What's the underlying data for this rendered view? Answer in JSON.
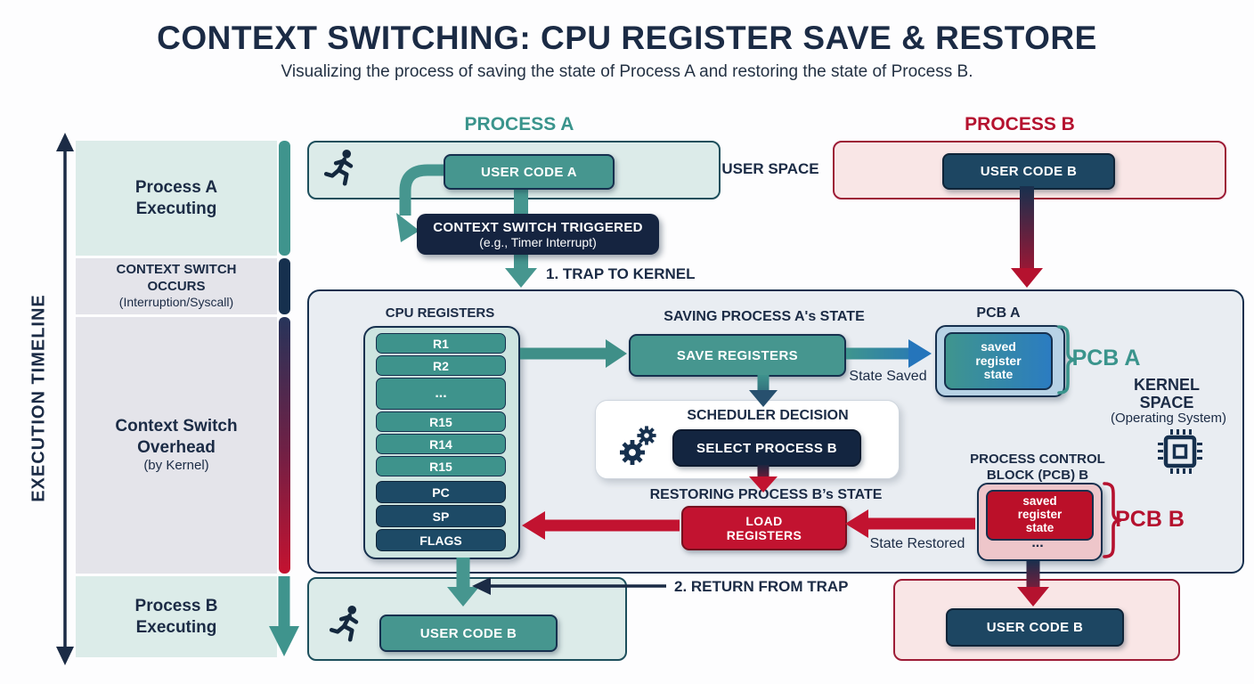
{
  "header": {
    "title": "CONTEXT SWITCHING: CPU REGISTER SAVE & RESTORE",
    "subtitle": "Visualizing the process of saving the state of Process A and restoring the state of Process B."
  },
  "timeline": {
    "axis_label": "EXECUTION TIMELINE",
    "blocks": [
      {
        "title": "Process A\nExecuting",
        "sub": ""
      },
      {
        "title": "CONTEXT SWITCH\nOCCURS",
        "sub": "(Interruption/Syscall)"
      },
      {
        "title": "Context Switch\nOverhead",
        "sub": "(by Kernel)"
      },
      {
        "title": "Process B\nExecuting",
        "sub": ""
      }
    ]
  },
  "user_space": {
    "label": "USER SPACE",
    "process_a_header": "PROCESS A",
    "process_b_header": "PROCESS B",
    "user_code_a": "USER CODE A",
    "user_code_b": "USER CODE B",
    "trigger_title": "CONTEXT SWITCH TRIGGERED",
    "trigger_sub": "(e.g., Timer Interrupt)",
    "trap_label": "1. TRAP TO KERNEL"
  },
  "kernel": {
    "space_title": "KERNEL\nSPACE",
    "space_sub": "(Operating System)",
    "cpu_registers": {
      "label": "CPU REGISTERS",
      "rows": [
        {
          "label": "R1"
        },
        {
          "label": "R2"
        },
        {
          "label": "..."
        },
        {
          "label": "R15"
        },
        {
          "label": "R14"
        },
        {
          "label": "R15"
        },
        {
          "label": "PC"
        },
        {
          "label": "SP"
        },
        {
          "label": "FLAGS"
        }
      ]
    },
    "saving": {
      "heading": "SAVING PROCESS A's STATE",
      "save_button": "SAVE REGISTERS",
      "state_saved": "State Saved",
      "pcb_label_small": "PCB A",
      "saved_state": "saved\nregister\nstate",
      "pcb_label_big": "PCB A"
    },
    "scheduler": {
      "heading": "SCHEDULER DECISION",
      "select_button": "SELECT PROCESS B"
    },
    "restoring": {
      "heading": "RESTORING PROCESS B’s STATE",
      "load_button": "LOAD\nREGISTERS",
      "state_restored": "State Restored",
      "pcb_block_label": "PROCESS CONTROL\nBLOCK (PCB) B",
      "saved_state": "saved\nregister\nstate",
      "ellipsis": "...",
      "pcb_label_big": "PCB B"
    }
  },
  "bottom": {
    "return_label": "2. RETURN FROM TRAP",
    "user_code_left": "USER CODE B",
    "user_code_right": "USER CODE B"
  },
  "colors": {
    "navy": "#1b2b45",
    "teal": "#46968f",
    "teal_text": "#3a948c",
    "crimson": "#b5122f",
    "red_button": "#c21330",
    "light_teal_panel": "#dcebe9",
    "pink_panel": "#f9e6e6",
    "kernel_bg": "#e9edf2",
    "pcb_a_container": "#b7d2e5",
    "pcb_b_container": "#eec6ca",
    "saved_state_blue": "#2b7cc1"
  }
}
